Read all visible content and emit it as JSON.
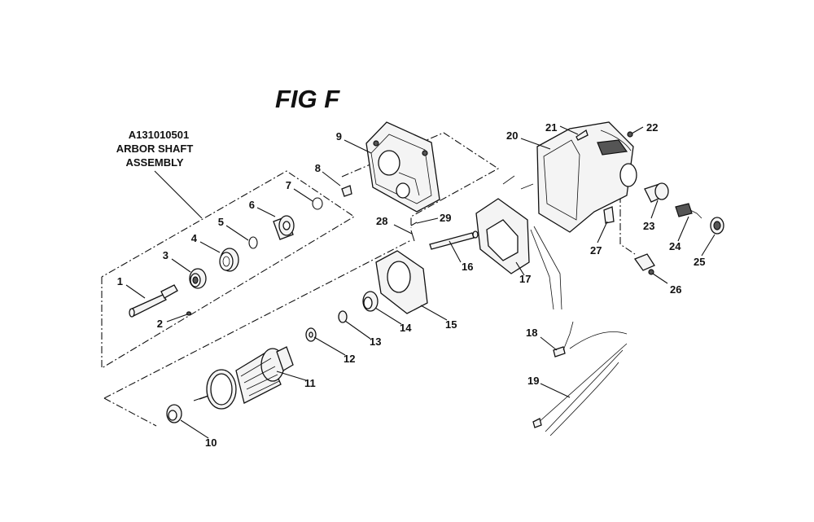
{
  "figure": {
    "title": "FIG F"
  },
  "assembly": {
    "part_number": "A131010501",
    "name_line1": "ARBOR SHAFT",
    "name_line2": "ASSEMBLY"
  },
  "callouts": {
    "p1": "1",
    "p2": "2",
    "p3": "3",
    "p4": "4",
    "p5": "5",
    "p6": "6",
    "p7": "7",
    "p8": "8",
    "p9": "9",
    "p10": "10",
    "p11": "11",
    "p12": "12",
    "p13": "13",
    "p14": "14",
    "p15": "15",
    "p16": "16",
    "p17": "17",
    "p18": "18",
    "p19": "19",
    "p20": "20",
    "p21": "21",
    "p22": "22",
    "p23": "23",
    "p24": "24",
    "p25": "25",
    "p26": "26",
    "p27": "27",
    "p28": "28",
    "p29": "29"
  }
}
